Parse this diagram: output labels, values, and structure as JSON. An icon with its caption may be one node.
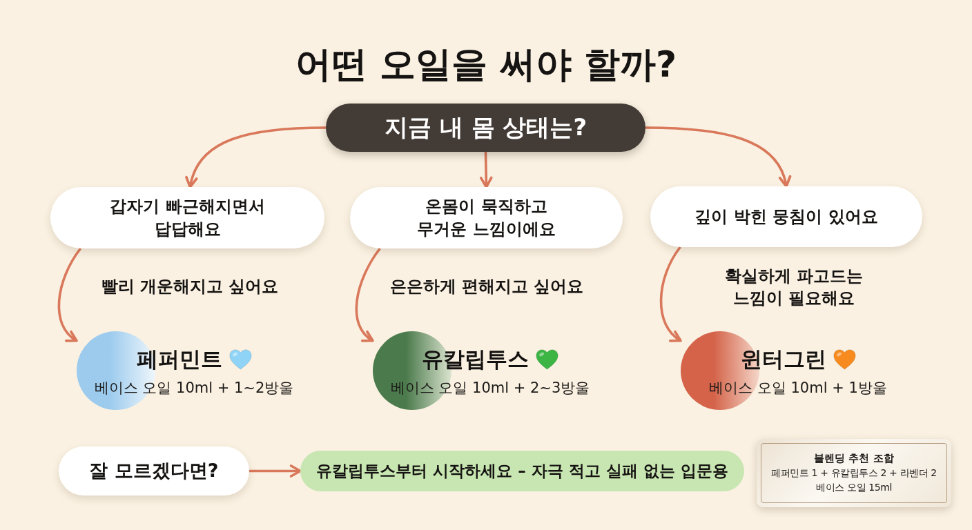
{
  "diagram": {
    "title": "어떤 오일을 써야 할까?",
    "nodes": [
      {
        "text": [
          "지금 내 몸 상태는?"
        ]
      },
      {
        "text": [
          "갑자기 빠근해지면서 답답해요"
        ]
      },
      {
        "text": [
          "온몸이 묵직하고 무거운 느낌이에요"
        ]
      },
      {
        "text": [
          "깊이 박힌 뭉침이 있어요"
        ]
      },
      {
        "text": [
          "페퍼민트",
          "베이스 오일 10ml + 1~2방울"
        ]
      },
      {
        "text": [
          "유칼립투스",
          "베이스 오일 10ml + 2~3방울"
        ]
      },
      {
        "text": [
          "윈터그린",
          "베이스 오일 10ml + 1방울"
        ]
      },
      {
        "text": [
          "잘 모르겠다면?"
        ]
      },
      {
        "text": [
          "유칼립투스부터 시작하세요 – 자극 적고 실패 없는 입문용"
        ]
      },
      {
        "text": [
          "블렌딩 추천 조합",
          "페퍼민트 1 + 유칼립투스 2 + 라벤더 2",
          "베이스 오일 15ml"
        ]
      }
    ],
    "edges": [
      {
        "from": 0,
        "to": 1,
        "arrow": "to"
      },
      {
        "from": 0,
        "to": 2,
        "arrow": "to"
      },
      {
        "from": 0,
        "to": 3,
        "arrow": "to"
      },
      {
        "from": 1,
        "to": 4,
        "arrow": "to",
        "label": "빨리 개운해지고 싶어요"
      },
      {
        "from": 2,
        "to": 5,
        "arrow": "to",
        "label": "은은하게 편해지고 싶어요"
      },
      {
        "from": 3,
        "to": 6,
        "arrow": "to",
        "label": "확실하게 파고드는 느낌이 필요해요"
      },
      {
        "from": 7,
        "to": 8,
        "arrow": "to"
      }
    ]
  }
}
